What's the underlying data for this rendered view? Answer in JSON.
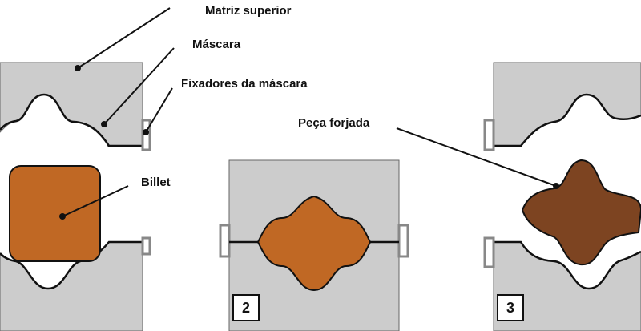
{
  "labels": {
    "top_die": "Matriz superior",
    "mask": "Máscara",
    "mask_fasteners": "Fixadores da máscara",
    "forged_part": "Peça forjada",
    "billet": "Billet"
  },
  "steps": [
    "2",
    "3"
  ],
  "colors": {
    "die": "#cccccc",
    "billet": "#c06824",
    "forged_part": "#7d4421",
    "outline": "#111111"
  }
}
